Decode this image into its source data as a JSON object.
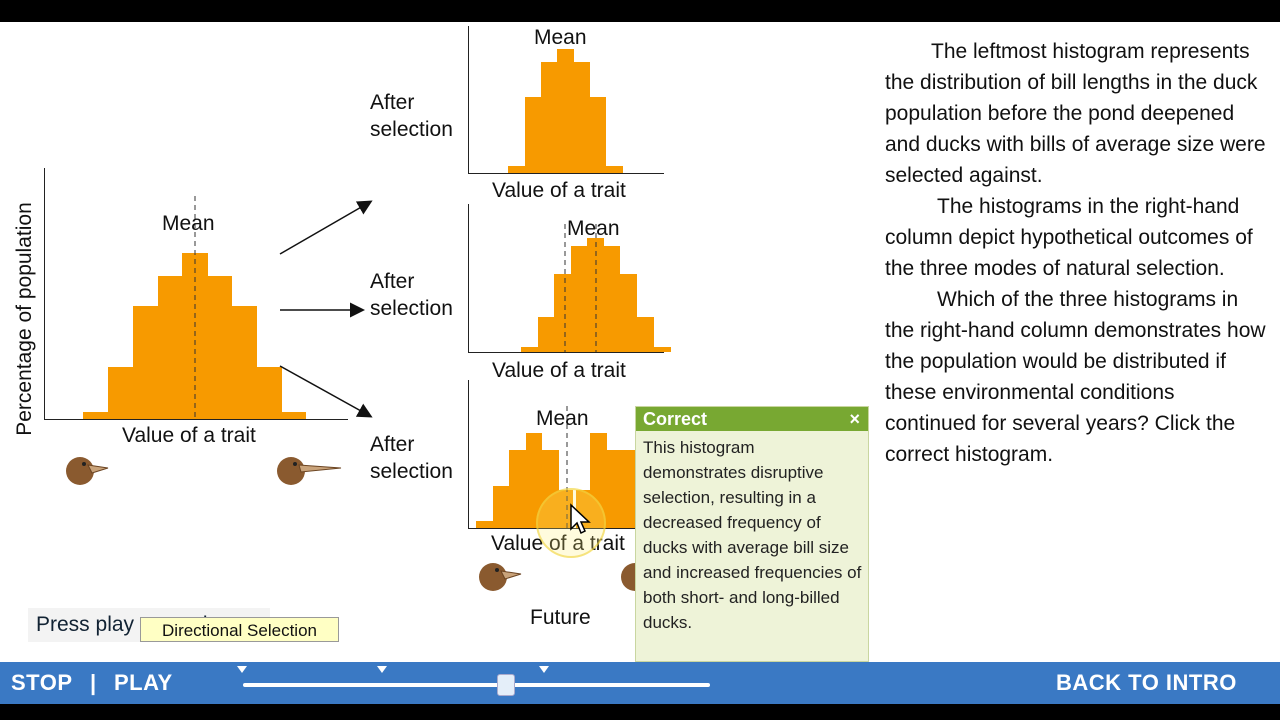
{
  "labels": {
    "mean": "Mean",
    "value_of_trait": "Value of a trait",
    "value_of_trait_cut": "Value of a trait",
    "percentage_of_population": "Percentage of population",
    "after": "After",
    "selection": "selection",
    "future": "Future"
  },
  "description": {
    "p1": "The leftmost histogram represents the distribution of bill lengths in the duck population before the pond deepened and ducks with bills of average size were selected against.",
    "p2": "The histograms in the right-hand column depict hypothetical outcomes of the three modes of natural selection.",
    "p3": "Which of the three histograms in the right-hand column demonstrates how the population would be distributed if these environmental conditions continued for several years? Click the correct histogram."
  },
  "popup": {
    "title": "Correct",
    "close": "×",
    "body": "This histogram demonstrates disruptive selection, resulting in a decreased frequency of ducks with average bill size and increased frequencies of both short- and long-billed ducks."
  },
  "status": {
    "press_play": "Press play to continue",
    "tooltip": "Directional Selection"
  },
  "controls": {
    "stop": "STOP",
    "separator": "|",
    "play": "PLAY",
    "back": "BACK TO INTRO"
  },
  "colors": {
    "bar": "#f79a00",
    "control_bar": "#3a79c4",
    "popup_header": "#78a832",
    "popup_bg": "#eef3d8",
    "duck": "#8a5a2f"
  },
  "icons": [
    "arrow-icon",
    "duck-head-icon",
    "mouse-cursor-icon",
    "close-icon"
  ]
}
